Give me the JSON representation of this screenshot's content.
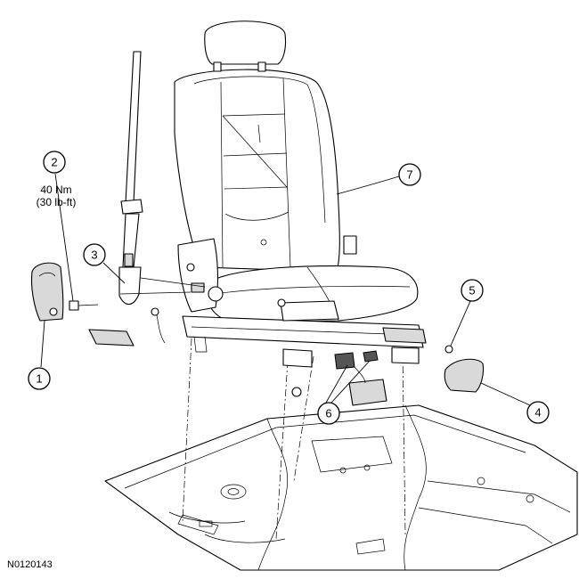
{
  "figure_id": "N0120143",
  "torque": {
    "line1": "40 Nm",
    "line2": "(30 lb-ft)"
  },
  "callouts": [
    {
      "n": "1",
      "name": "callout-1"
    },
    {
      "n": "2",
      "name": "callout-2"
    },
    {
      "n": "3",
      "name": "callout-3"
    },
    {
      "n": "4",
      "name": "callout-4"
    },
    {
      "n": "5",
      "name": "callout-5"
    },
    {
      "n": "6",
      "name": "callout-6"
    },
    {
      "n": "7",
      "name": "callout-7"
    }
  ]
}
